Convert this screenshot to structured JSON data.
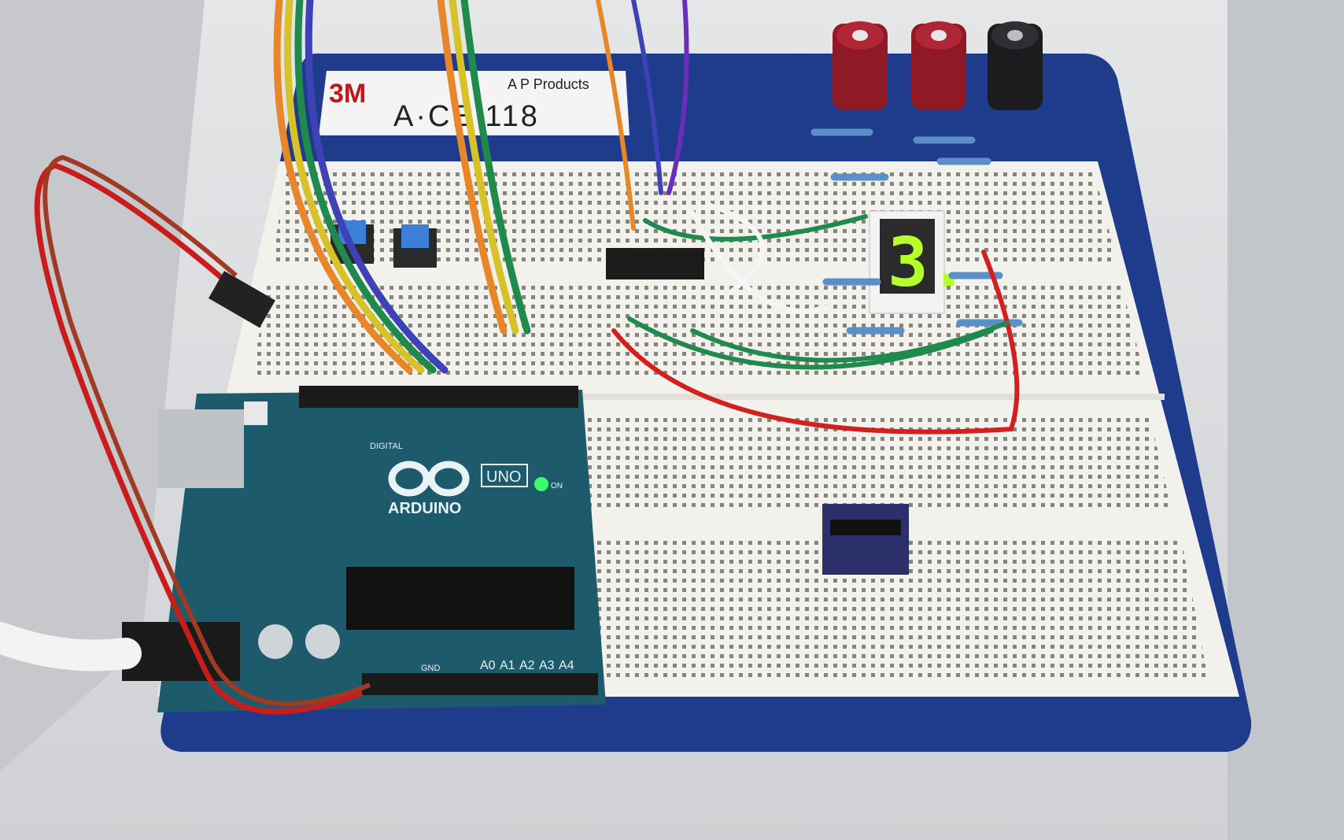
{
  "breadboard": {
    "brand_logo": "3M",
    "product_line": "A P Products",
    "model": "A·CE 118"
  },
  "seven_segment": {
    "digit": "3.",
    "color": "#b6ff2a"
  },
  "arduino": {
    "label_uno": "UNO",
    "label_arduino": "ARDUINO",
    "label_digital": "DIGITAL",
    "label_on": "ON",
    "label_gnd": "GND",
    "analog_pins": [
      "A0",
      "A1",
      "A2",
      "A3",
      "A4"
    ],
    "power_led_color": "#39ff6a"
  },
  "colors": {
    "board_base": "#1f3b8c",
    "breadboard": "#f2f1ec",
    "arduino_pcb": "#1d5a6c",
    "wire_red": "#d41f1f",
    "wire_green": "#1f8a4c",
    "wire_orange": "#e8862a",
    "wire_yellow": "#d7c22a",
    "wire_blue": "#3d43b6",
    "wire_purple": "#6a2fb8",
    "wire_white": "#f5f5f5"
  }
}
